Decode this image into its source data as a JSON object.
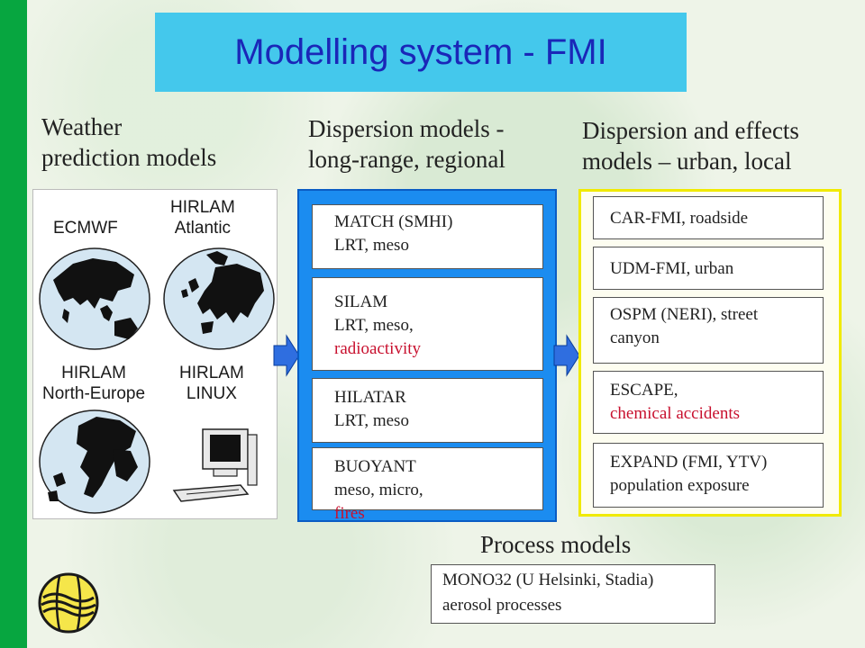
{
  "title": "Modelling system - FMI",
  "columns": {
    "weather": [
      "Weather",
      "prediction models"
    ],
    "regional": [
      "Dispersion models -",
      "long-range, regional"
    ],
    "local": [
      "Dispersion and effects",
      "models – urban, local"
    ]
  },
  "weather_models": {
    "ecmwf": "ECMWF",
    "hirlam_atlantic": [
      "HIRLAM",
      "Atlantic"
    ],
    "hirlam_north_europe": [
      "HIRLAM",
      "North-Europe"
    ],
    "hirlam_linux": [
      "HIRLAM",
      "LINUX"
    ]
  },
  "regional_models": [
    {
      "lines": [
        "MATCH (SMHI)",
        "LRT, meso"
      ]
    },
    {
      "lines": [
        "SILAM",
        "LRT,  meso,"
      ],
      "highlight": "radioactivity"
    },
    {
      "lines": [
        "HILATAR",
        "LRT, meso"
      ]
    },
    {
      "lines": [
        "BUOYANT"
      ],
      "prefix": "meso, micro, ",
      "highlight": "fires"
    }
  ],
  "local_models": [
    {
      "lines": [
        "CAR-FMI, roadside"
      ]
    },
    {
      "lines": [
        "UDM-FMI, urban"
      ]
    },
    {
      "lines": [
        "OSPM (NERI), street",
        "canyon"
      ]
    },
    {
      "lines": [
        "ESCAPE,"
      ],
      "highlight": "chemical accidents"
    },
    {
      "lines": [
        "EXPAND (FMI, YTV)",
        "population exposure"
      ]
    }
  ],
  "process": {
    "label": "Process models",
    "lines": [
      "MONO32 (U Helsinki, Stadia)",
      "aerosol processes"
    ]
  },
  "colors": {
    "left_bar": "#07a640",
    "title_bg": "#44c8ec",
    "title_text": "#1a27b8",
    "regional_panel": "#1b8cf0",
    "local_border": "#f0ea00",
    "arrow": "#2f6ee0",
    "highlight_text": "#c8102e"
  }
}
